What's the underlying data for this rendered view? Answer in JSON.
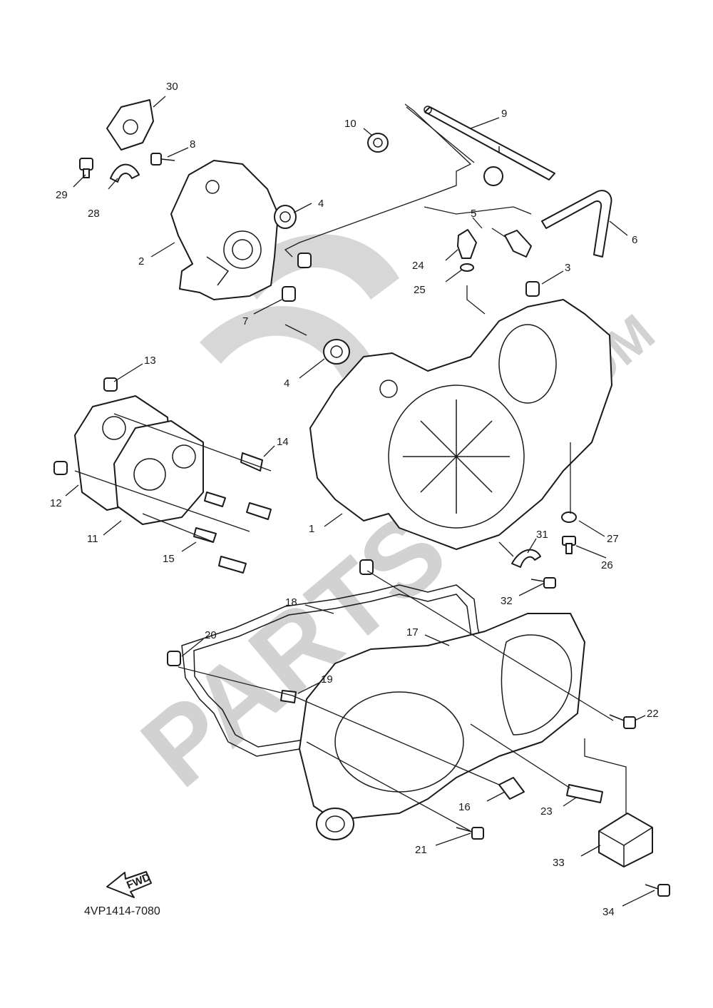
{
  "diagram_code": "4VP1414-7080",
  "fwd_label": "FWD",
  "watermark": {
    "text": "PARTS",
    "domain": ".COM"
  },
  "callouts": {
    "c1": "1",
    "c2": "2",
    "c3": "3",
    "c4a": "4",
    "c4b": "4",
    "c5": "5",
    "c6": "6",
    "c7": "7",
    "c8": "8",
    "c9": "9",
    "c10": "10",
    "c11": "11",
    "c12": "12",
    "c13": "13",
    "c14": "14",
    "c15": "15",
    "c16": "16",
    "c17": "17",
    "c18": "18",
    "c19": "19",
    "c20": "20",
    "c21": "21",
    "c22": "22",
    "c23": "23",
    "c24": "24",
    "c25": "25",
    "c26": "26",
    "c27": "27",
    "c28": "28",
    "c29": "29",
    "c30": "30",
    "c31": "31",
    "c32": "32",
    "c33": "33",
    "c34": "34"
  }
}
